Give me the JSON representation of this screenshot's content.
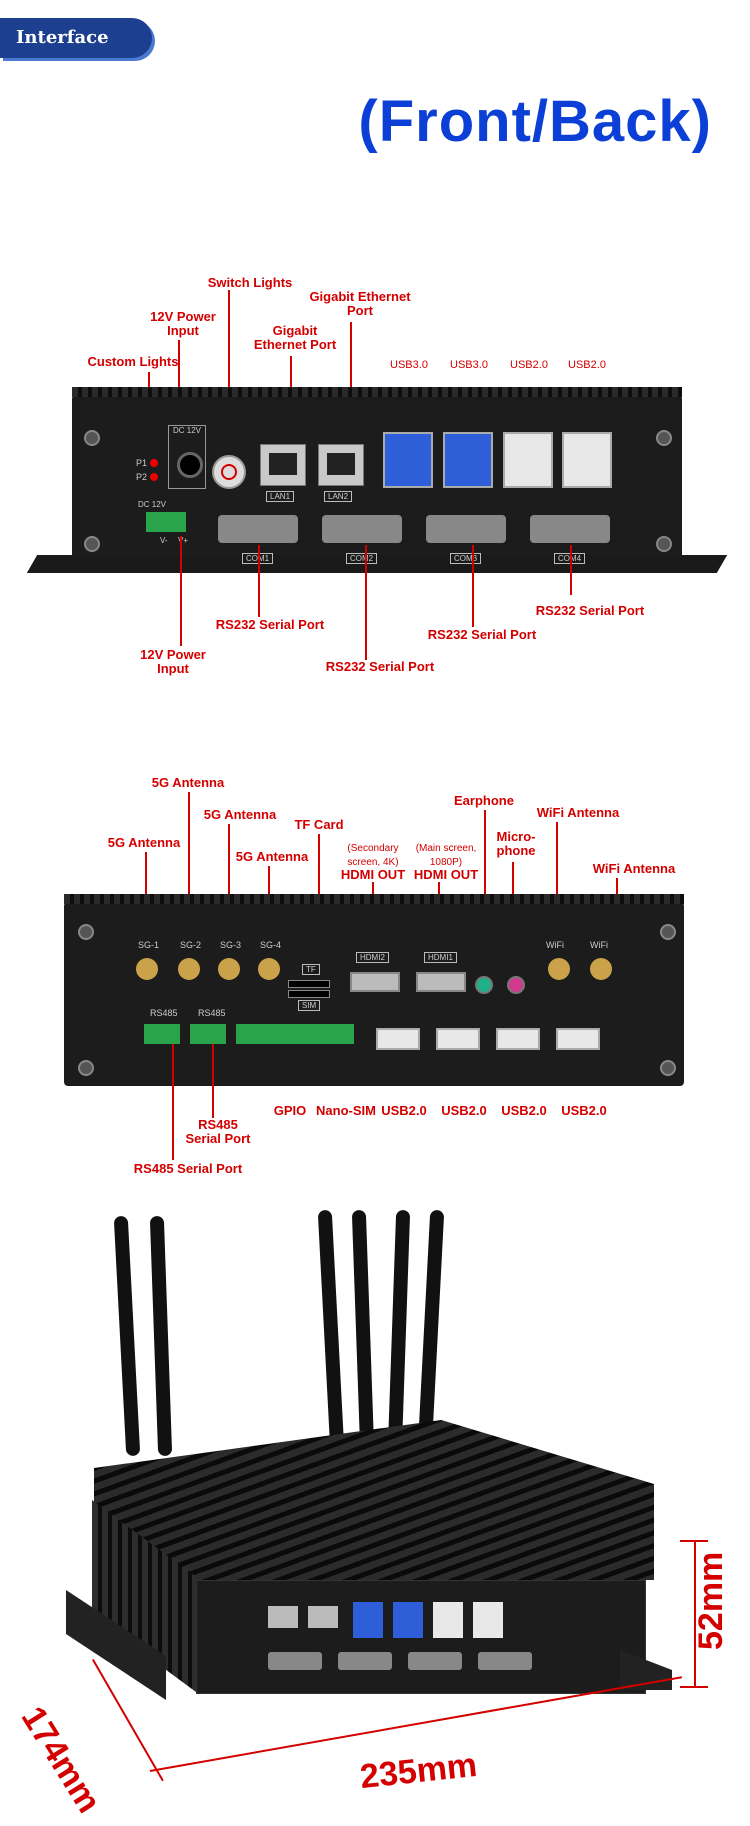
{
  "header": {
    "tag": "Interface",
    "title": "(Front/Back)"
  },
  "front_labels": {
    "switch_lights": "Switch Lights",
    "gigabit_a": "Gigabit Ethernet\nPort",
    "gigabit_b": "Gigabit\nEthernet Port",
    "power_input_top": "12V Power\nInput",
    "custom_lights": "Custom Lights",
    "usb30_a": "USB3.0",
    "usb30_b": "USB3.0",
    "usb20_a": "USB2.0",
    "usb20_b": "USB2.0",
    "rs232_a": "RS232 Serial Port",
    "rs232_b": "RS232 Serial Port",
    "rs232_c": "RS232 Serial Port",
    "rs232_d": "RS232 Serial Port",
    "power_input_bottom": "12V Power\nInput"
  },
  "front_panel_text": {
    "p1": "P1",
    "p2": "P2",
    "dc12v": "DC 12V",
    "dc12v_term": "DC 12V",
    "lan1": "LAN1",
    "lan2": "LAN2",
    "com1": "COM1",
    "com2": "COM2",
    "com3": "COM3",
    "com4": "COM4",
    "vminus": "V-",
    "vplus": "V+"
  },
  "back_labels": {
    "antenna_5g_a": "5G Antenna",
    "antenna_5g_b": "5G Antenna",
    "antenna_5g_c": "5G Antenna",
    "antenna_5g_d": "5G Antenna",
    "tf_card": "TF Card",
    "hdmi_sec_note": "(Secondary\nscreen, 4K)",
    "hdmi_sec": "HDMI OUT",
    "hdmi_main_note": "(Main screen,\n1080P)",
    "hdmi_main": "HDMI OUT",
    "earphone": "Earphone",
    "microphone": "Micro-\nphone",
    "wifi_a": "WiFi Antenna",
    "wifi_b": "WiFi Antenna",
    "gpio": "GPIO",
    "nano_sim": "Nano-SIM",
    "usb20_a": "USB2.0",
    "usb20_b": "USB2.0",
    "usb20_c": "USB2.0",
    "usb20_d": "USB2.0",
    "rs485_a": "RS485\nSerial Port",
    "rs485_b": "RS485 Serial Port"
  },
  "back_panel_text": {
    "sg1": "SG-1",
    "sg2": "SG-2",
    "sg3": "SG-3",
    "sg4": "SG-4",
    "hdmi2": "HDMI2",
    "hdmi1": "HDMI1",
    "wifi1": "WiFi",
    "wifi2": "WiFi",
    "tf": "TF",
    "sim": "SIM",
    "rs485_1": "RS485",
    "rs485_2": "RS485"
  },
  "dimensions": {
    "depth": "174mm",
    "width": "235mm",
    "height": "52mm"
  },
  "colors": {
    "accent_blue": "#0b3fd6",
    "label_red": "#d40000",
    "tag_bg": "#1d3f8f"
  }
}
